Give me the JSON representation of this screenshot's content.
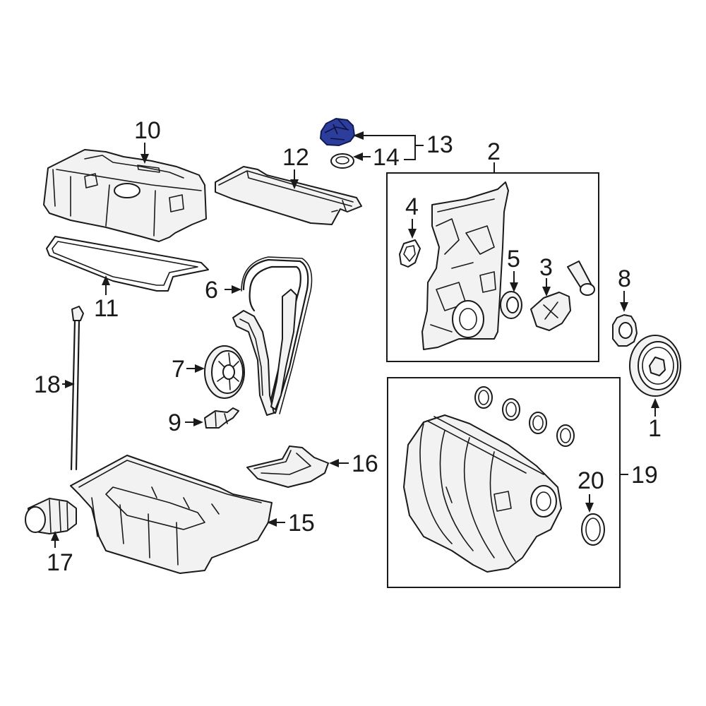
{
  "diagram": {
    "highlight_color": "#2d3d9c",
    "line_color": "#1a1a1a",
    "background": "#ffffff",
    "callouts": {
      "c1": "1",
      "c2": "2",
      "c3": "3",
      "c4": "4",
      "c5": "5",
      "c6": "6",
      "c7": "7",
      "c8": "8",
      "c9": "9",
      "c10": "10",
      "c11": "11",
      "c12": "12",
      "c13": "13",
      "c14": "14",
      "c15": "15",
      "c16": "16",
      "c17": "17",
      "c18": "18",
      "c19": "19",
      "c20": "20"
    },
    "highlighted_part": "13"
  }
}
